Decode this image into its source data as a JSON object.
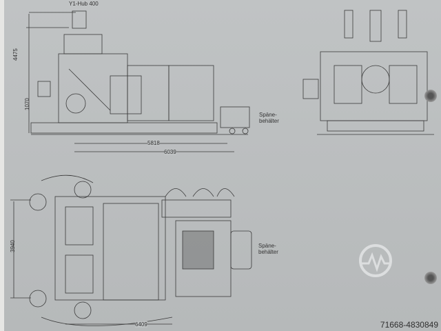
{
  "drawing": {
    "side_view": {
      "stroke_label": "Y1-Hub 400",
      "height_total": "4475",
      "height_work": "1070",
      "length_inner": "5818",
      "length_outer": "6039",
      "chip_container_label": "Späne-\nbehälter"
    },
    "top_view": {
      "width": "3940",
      "length": "6409",
      "chip_container_label": "Späne-\nbehälter"
    }
  },
  "watermark": {
    "id": "71668-4830849"
  },
  "colors": {
    "paper": "#bfc2c3",
    "ink": "#3a3a3a"
  }
}
